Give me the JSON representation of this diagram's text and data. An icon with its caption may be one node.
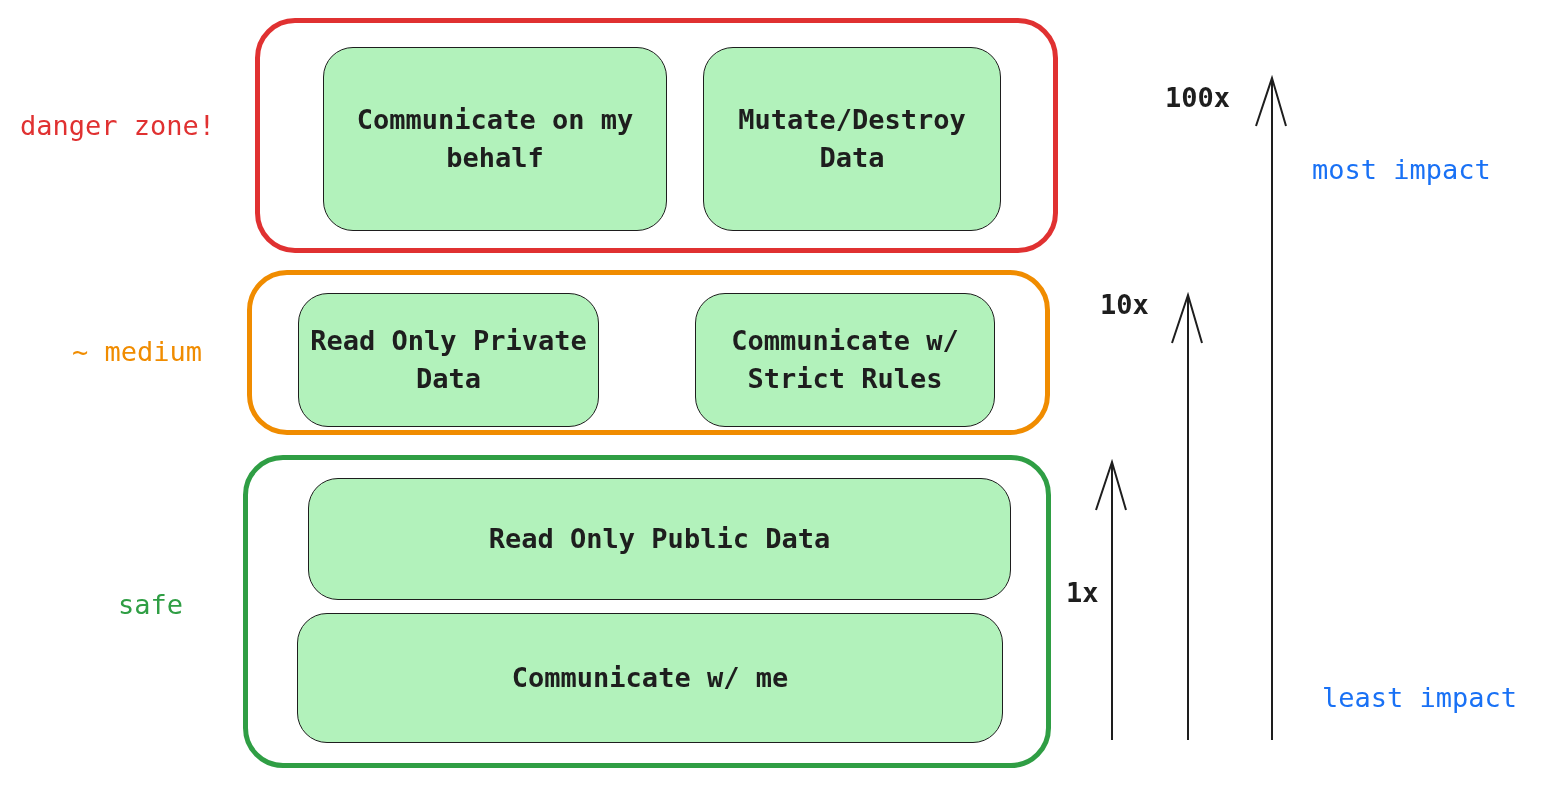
{
  "diagram": {
    "nodes": [
      {
        "text": [],
        "shape": "box",
        "beside": [
          "danger zone!"
        ]
      },
      {
        "text": [
          "Communicate on my behalf"
        ],
        "in": 0
      },
      {
        "text": [
          "Mutate/Destroy Data"
        ],
        "in": 0
      },
      {
        "text": [],
        "shape": "box",
        "beside": [
          "~ medium"
        ]
      },
      {
        "text": [
          "Read Only Private Data"
        ],
        "in": 3
      },
      {
        "text": [
          "Communicate w/ Strict Rules"
        ],
        "in": 3
      },
      {
        "text": [],
        "shape": "box",
        "beside": [
          "safe"
        ]
      },
      {
        "text": [
          "Read Only Public Data"
        ],
        "in": 6
      },
      {
        "text": [
          "Communicate w/ me"
        ],
        "in": 6
      }
    ],
    "edges": [],
    "labels": [
      "100x",
      "10x",
      "1x",
      "most impact",
      "least impact"
    ]
  }
}
